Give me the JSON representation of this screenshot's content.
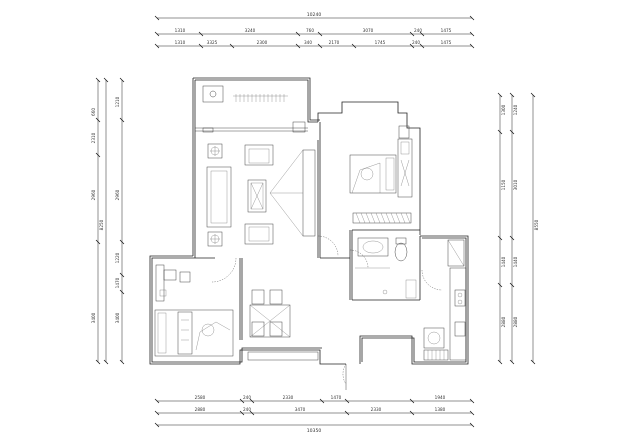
{
  "dimensions": {
    "top_overall": "10240",
    "top_segments": [
      "1310",
      "3240",
      "760",
      "3070",
      "240",
      "1475"
    ],
    "top_sub": [
      "1310",
      "3325",
      "2300",
      "340",
      "2170",
      "1745",
      "240",
      "1475"
    ],
    "bottom_segments": [
      "2580",
      "240",
      "2330",
      "1470",
      "",
      "1940"
    ],
    "bottom_sub": [
      "2880",
      "240",
      "3470",
      "2330",
      "1380"
    ],
    "bottom_overall": "10350",
    "left_overall": "8250",
    "left_segments": [
      "1210",
      "2960",
      "1220",
      "1470",
      "3400"
    ],
    "left_sub": [
      "660",
      "2310",
      "2960",
      "3400"
    ],
    "right_overall": "8550",
    "right_segments": [
      "1240",
      "3010",
      "1440",
      "2880"
    ],
    "right_sub": [
      "1300",
      "1150",
      "1440",
      "2880"
    ]
  }
}
